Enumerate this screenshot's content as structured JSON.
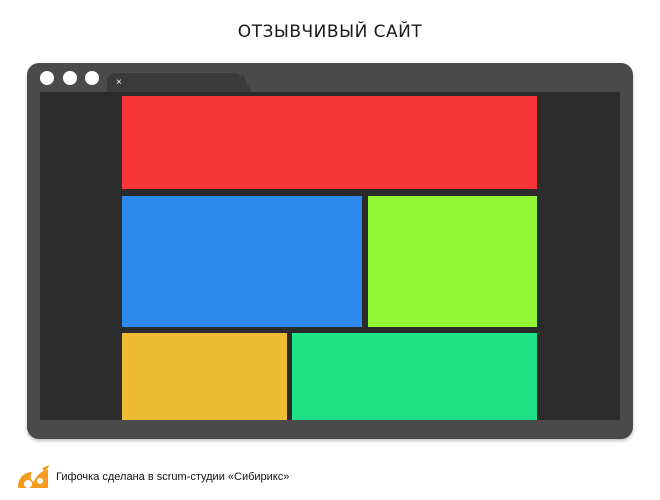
{
  "page": {
    "title": "ОТЗЫВЧИВЫЙ САЙТ"
  },
  "browser": {
    "tab_close_glyph": "×",
    "window_buttons": [
      "window-button-1",
      "window-button-2",
      "window-button-3"
    ]
  },
  "layout_blocks": [
    {
      "name": "block-header",
      "color": "#f53538"
    },
    {
      "name": "block-main",
      "color": "#2e89ef"
    },
    {
      "name": "block-sidebar",
      "color": "#8ff534"
    },
    {
      "name": "block-footer-left",
      "color": "#ecbd33"
    },
    {
      "name": "block-footer-right",
      "color": "#1ee285"
    }
  ],
  "footer": {
    "text": "Гифочка сделана в scrum-студии «Сибирикс»",
    "logo_icon": "sibirix-logo-icon",
    "logo_color": "#f39a1f"
  }
}
